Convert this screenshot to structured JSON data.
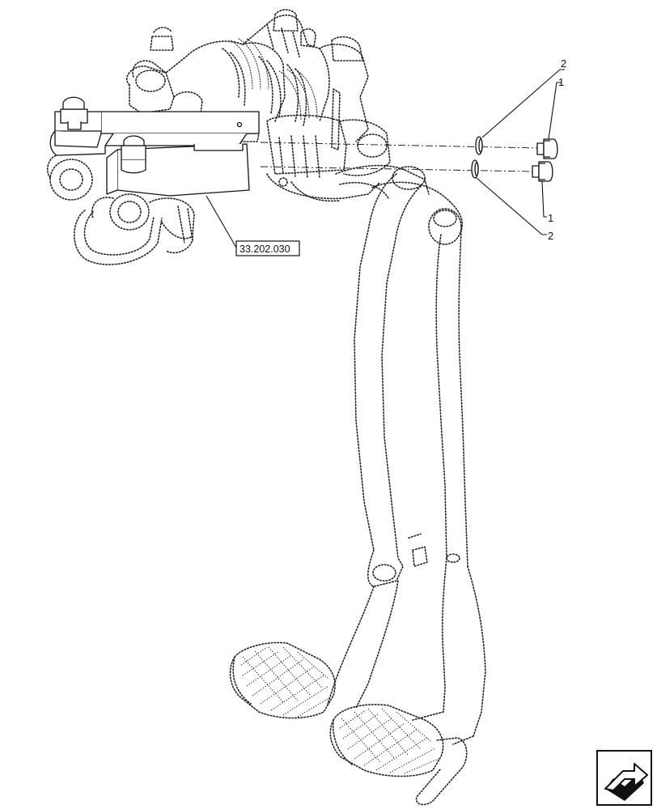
{
  "callouts": {
    "upper": {
      "item_2": "2",
      "item_1": "1"
    },
    "lower": {
      "item_1": "1",
      "item_2": "2"
    }
  },
  "reference": {
    "label": "33.202.030"
  },
  "nav_icon": "next-page-arrow-icon"
}
